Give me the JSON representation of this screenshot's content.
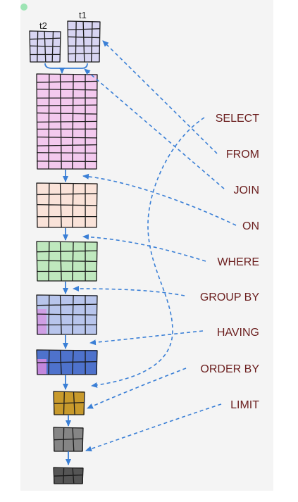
{
  "tables": {
    "t1": "t1",
    "t2": "t2"
  },
  "clauses": {
    "select": "SELECT",
    "from": "FROM",
    "join": "JOIN",
    "on": "ON",
    "where": "WHERE",
    "group_by": "GROUP BY",
    "having": "HAVING",
    "order_by": "ORDER BY",
    "limit": "LIMIT"
  },
  "colors": {
    "t_tables": "#d8d5f2",
    "joined": "#f3c9ee",
    "on": "#fae3d9",
    "where": "#bfe8be",
    "group_by": "#b8c5ec",
    "group_accent": "#cf9fe4",
    "having": "#4e72cc",
    "having_accent": "#c387dc",
    "order_by": "#c89a2c",
    "limit": "#858585",
    "final": "#555555",
    "arrow": "#3a7fd6",
    "label": "#6b1e1e",
    "status_dot": "#9de4b4"
  }
}
